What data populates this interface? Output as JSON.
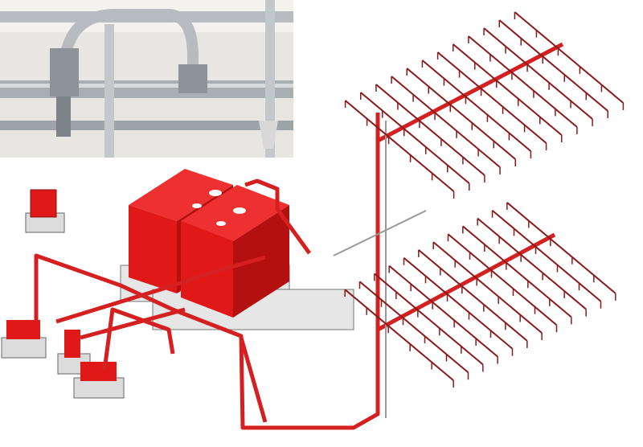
{
  "diagram": {
    "colors": {
      "pipe": "#d42020",
      "tank": "#e01818",
      "tank_shade": "#b51010",
      "branch": "#8a1a1a",
      "photo_bg": "#e8e6e2",
      "photo_pipe": "#a9aeb3",
      "base": "#d9d9d9",
      "outline": "#555555"
    },
    "photo": {
      "subject": "sprinkler-pipe-photo"
    },
    "sprinkler_grids": [
      {
        "name": "upper-grid",
        "branch_count": 12
      },
      {
        "name": "lower-grid",
        "branch_count": 12
      }
    ]
  }
}
